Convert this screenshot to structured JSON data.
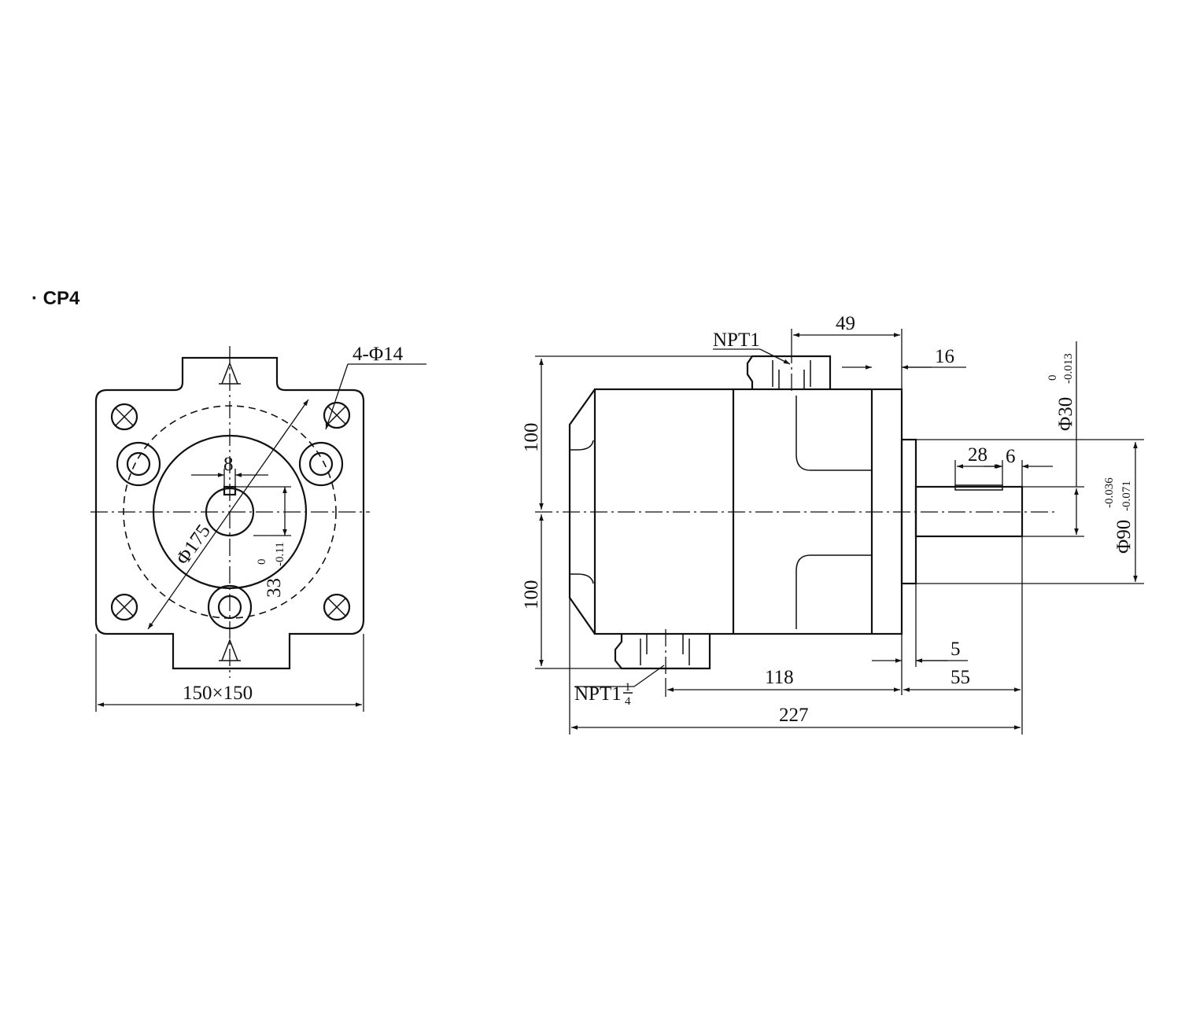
{
  "title": "· CP4",
  "front_view": {
    "hole_callout": "4-Φ14",
    "pcd": "Φ175",
    "key_width": "8",
    "key_depth": "33",
    "key_depth_upper": "0",
    "key_depth_lower": "-0.11",
    "flange_size": "150×150"
  },
  "side_view": {
    "port_top": "NPT1",
    "port_bottom": "NPT1",
    "port_bottom_frac_num": "1",
    "port_bottom_frac_den": "4",
    "dim_49": "49",
    "dim_16": "16",
    "dim_100_top": "100",
    "dim_100_bottom": "100",
    "dim_28": "28",
    "dim_6": "6",
    "dim_5": "5",
    "dim_118": "118",
    "dim_55": "55",
    "dim_227": "227",
    "shaft_dia": "Φ30",
    "shaft_dia_upper": "0",
    "shaft_dia_lower": "-0.013",
    "pilot_dia": "Φ90",
    "pilot_dia_upper": "-0.036",
    "pilot_dia_lower": "-0.071"
  }
}
